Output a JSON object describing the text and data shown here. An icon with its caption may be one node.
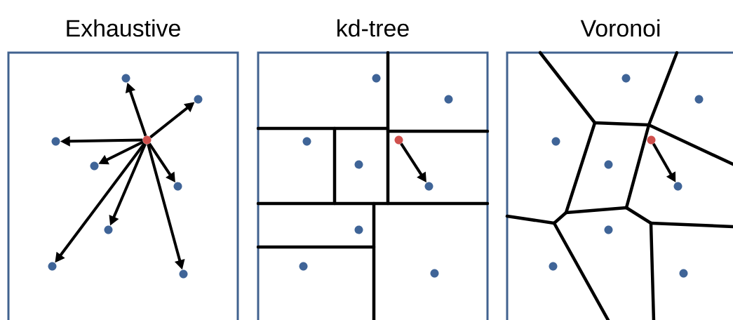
{
  "diagram": {
    "nodes": [
      {
        "text": [
          "Exhaustive"
        ]
      },
      {
        "text": [],
        "shape": "circle",
        "in": 0
      },
      {
        "text": [],
        "shape": "circle",
        "in": 0
      },
      {
        "text": [],
        "shape": "circle",
        "in": 0
      },
      {
        "text": [],
        "shape": "circle",
        "in": 0
      },
      {
        "text": [],
        "shape": "circle",
        "in": 0
      },
      {
        "text": [],
        "shape": "circle",
        "in": 0
      },
      {
        "text": [],
        "shape": "circle",
        "in": 0
      },
      {
        "text": [],
        "shape": "circle",
        "in": 0
      },
      {
        "text": [],
        "shape": "circle",
        "in": 0
      },
      {
        "text": [
          "kd-tree"
        ]
      },
      {
        "text": [],
        "shape": "circle",
        "in": 10
      },
      {
        "text": [],
        "shape": "circle",
        "in": 10
      },
      {
        "text": [],
        "shape": "circle",
        "in": 10
      },
      {
        "text": [],
        "shape": "circle",
        "in": 10
      },
      {
        "text": [],
        "shape": "circle",
        "in": 10
      },
      {
        "text": [],
        "shape": "circle",
        "in": 10
      },
      {
        "text": [],
        "shape": "circle",
        "in": 10
      },
      {
        "text": [],
        "shape": "circle",
        "in": 10
      },
      {
        "text": [],
        "shape": "circle",
        "in": 10
      },
      {
        "text": [
          "Voronoi"
        ]
      },
      {
        "text": [],
        "shape": "circle",
        "in": 20
      },
      {
        "text": [],
        "shape": "circle",
        "in": 20
      },
      {
        "text": [],
        "shape": "circle",
        "in": 20
      },
      {
        "text": [],
        "shape": "circle",
        "in": 20
      },
      {
        "text": [],
        "shape": "circle",
        "in": 20
      },
      {
        "text": [],
        "shape": "circle",
        "in": 20
      },
      {
        "text": [],
        "shape": "circle",
        "in": 20
      },
      {
        "text": [],
        "shape": "circle",
        "in": 20
      },
      {
        "text": [],
        "shape": "circle",
        "in": 20
      }
    ],
    "edges": [
      {
        "from": 1,
        "to": 2,
        "arrow": "to"
      },
      {
        "from": 1,
        "to": 3,
        "arrow": "to"
      },
      {
        "from": 1,
        "to": 4,
        "arrow": "to"
      },
      {
        "from": 1,
        "to": 5,
        "arrow": "to"
      },
      {
        "from": 1,
        "to": 6,
        "arrow": "to"
      },
      {
        "from": 1,
        "to": 7,
        "arrow": "to"
      },
      {
        "from": 1,
        "to": 8,
        "arrow": "to"
      },
      {
        "from": 1,
        "to": 9,
        "arrow": "to"
      },
      {
        "from": 11,
        "to": 16,
        "arrow": "to"
      },
      {
        "from": 21,
        "to": 26,
        "arrow": "to"
      }
    ]
  }
}
